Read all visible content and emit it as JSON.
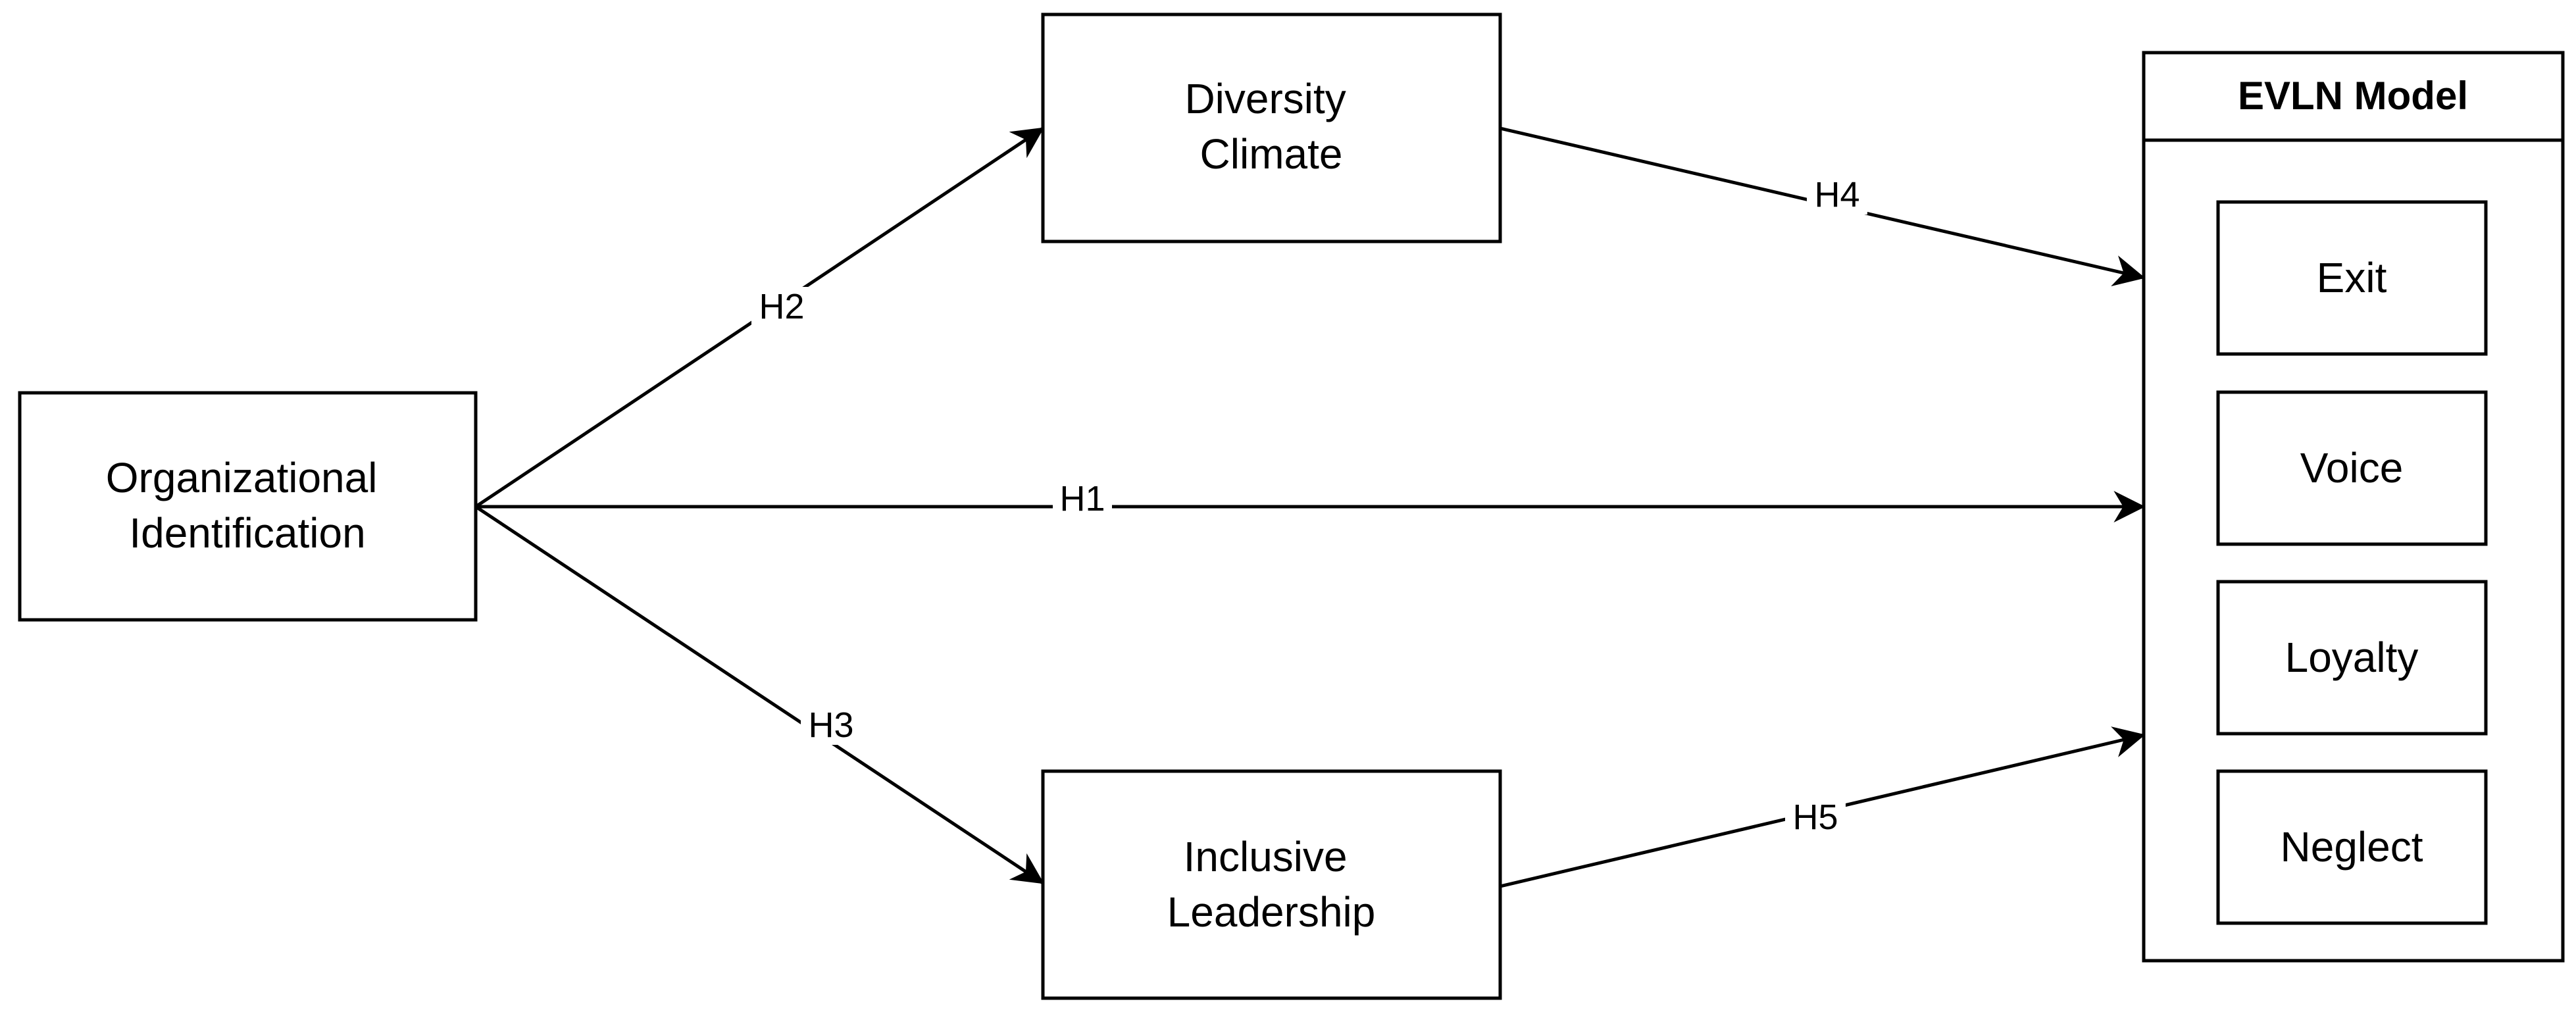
{
  "diagram": {
    "nodes": {
      "org_id": {
        "line1": "Organizational",
        "line2": "Identification"
      },
      "diversity": {
        "line1": "Diversity",
        "line2": "Climate"
      },
      "inclusive": {
        "line1": "Inclusive",
        "line2": "Leadership"
      }
    },
    "evln": {
      "title": "EVLN Model",
      "items": [
        "Exit",
        "Voice",
        "Loyalty",
        "Neglect"
      ]
    },
    "edges": {
      "h1": "H1",
      "h2": "H2",
      "h3": "H3",
      "h4": "H4",
      "h5": "H5"
    }
  }
}
